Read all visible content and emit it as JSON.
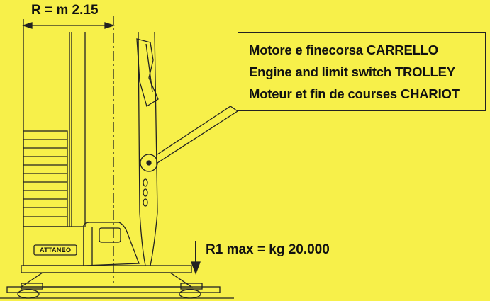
{
  "radius": {
    "label": "R = m 2.15"
  },
  "callout": {
    "lines": [
      "Motore e finecorsa CARRELLO",
      "Engine and limit switch TROLLEY",
      "Moteur et fin de courses CHARIOT"
    ]
  },
  "load": {
    "label": "R1 max = kg 20.000"
  },
  "brand": {
    "logo_text": "ATTANEO"
  },
  "colors": {
    "background": "#f7f04a",
    "line": "#222222"
  }
}
